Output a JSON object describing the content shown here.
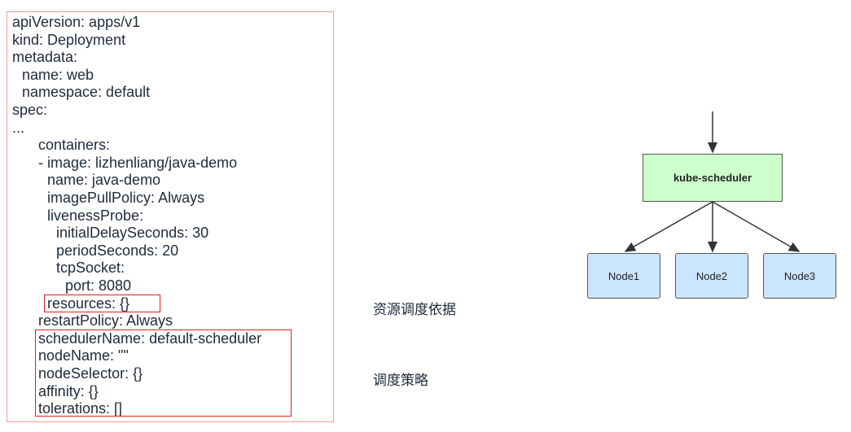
{
  "yaml": {
    "lines": [
      "apiVersion: apps/v1",
      "kind: Deployment",
      "metadata:",
      "name: web",
      "namespace: default",
      "spec:",
      "...",
      "containers:",
      "- image: lizhenliang/java-demo",
      "name: java-demo",
      "imagePullPolicy: Always",
      "livenessProbe:",
      "initialDelaySeconds: 30",
      "periodSeconds: 20",
      "tcpSocket:",
      "port: 8080",
      "resources: {}",
      "restartPolicy: Always",
      "schedulerName: default-scheduler",
      "nodeName: \"\"",
      "nodeSelector: {}",
      "affinity: {}",
      "tolerations: []"
    ]
  },
  "notes": {
    "resources": "资源调度依据",
    "scheduling": "调度策略"
  },
  "diagram": {
    "scheduler": "kube-scheduler",
    "nodes": [
      "Node1",
      "Node2",
      "Node3"
    ]
  }
}
